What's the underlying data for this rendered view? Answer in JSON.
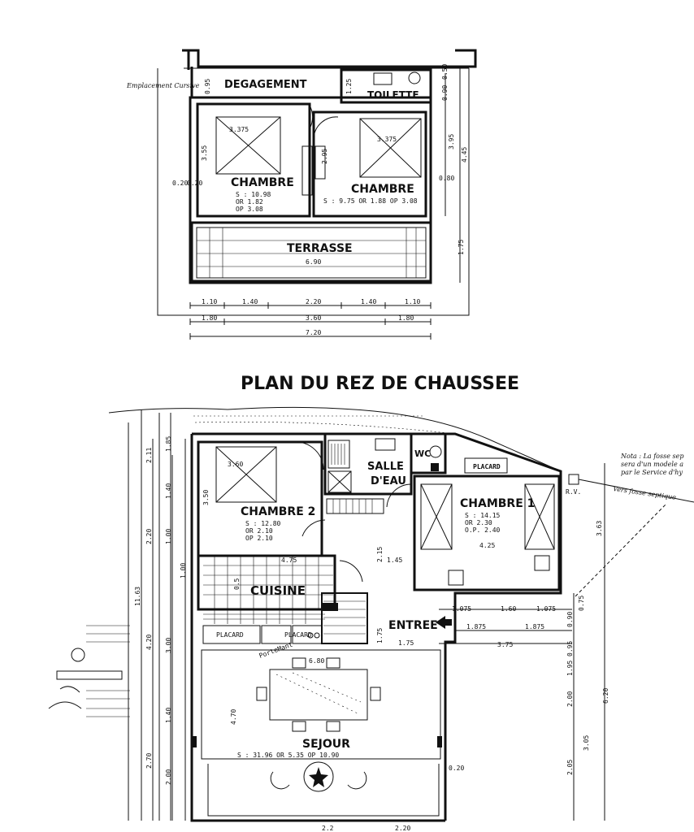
{
  "title": "PLAN DU REZ DE CHAUSSEE",
  "upper_floor": {
    "note": "Emplacement Cursive",
    "rooms": {
      "degagement": "DEGAGEMENT",
      "toilette": "TOILETTE",
      "chambre_left": "CHAMBRE",
      "chambre_left_stats": [
        "S : 10.98",
        "OR   1.82",
        "OP   3.08"
      ],
      "chambre_left_dim": "3.375",
      "chambre_right": "CHAMBRE",
      "chambre_right_stats": "S : 9.75  OR 1.88  OP 3.08",
      "chambre_right_dim": "3.375",
      "terrasse": "TERRASSE",
      "terrasse_dim": "6.90"
    },
    "dims_row1": [
      "1.10",
      "1.40",
      "2.20",
      "1.40",
      "1.10"
    ],
    "dims_row2": [
      "1.80",
      "3.60",
      "1.80"
    ],
    "dims_total": "7.20",
    "dims_side": [
      "0.95",
      "1.25",
      "0.20",
      "3.95",
      "4.45",
      "0.80",
      "1.75",
      "3.55",
      "0.20",
      "2.95",
      "0.50",
      "0.90"
    ]
  },
  "ground_floor": {
    "rooms": {
      "chambre2": "CHAMBRE 2",
      "chambre2_stats": [
        "S :  12.80",
        "OR    2.10",
        "OP    2.10"
      ],
      "chambre2_dim": "3.60",
      "salle_eau": "SALLE",
      "salle_eau2": "D'EAU",
      "wc": "WC",
      "placard_top": "PLACARD",
      "chambre1": "CHAMBRE 1",
      "chambre1_stats": [
        "S :  14.15",
        "OR    2.30",
        "O.P.  2.40"
      ],
      "chambre1_dim": "4.25",
      "cuisine": "CUISINE",
      "cuisine_dim": "4.75",
      "placard1": "PLACARD",
      "placard2": "PLACARD",
      "porte_mant": "PorteMant",
      "entree": "ENTREE",
      "sejour": "SEJOUR",
      "sejour_stats": "S : 31.96     OR  5.35     OP  10.90",
      "sejour_dim": "6.80",
      "rv": "R.V."
    },
    "note_lines": [
      "Nota : La fosse sep",
      "sera d'un modele a",
      "par le Service d'hy"
    ],
    "fosse": "Vers fosse septique",
    "dims_inner": [
      "1.45",
      "2.15",
      "1.75",
      "1.75",
      "3.75",
      "1.075",
      "1.60",
      "1.075",
      "1.875",
      "1.875"
    ],
    "dims_left": [
      "2.11",
      "1.85",
      "2.20",
      "1.40",
      "1.00",
      "4.20",
      "3.00",
      "1.40",
      "2.70",
      "2.00",
      "11.63"
    ],
    "dims_right": [
      "3.63",
      "0.75",
      "0.90",
      "0.95",
      "1.95",
      "2.00",
      "6.20",
      "3.05",
      "2.05",
      "0.20"
    ],
    "dims_mid": [
      "3.50",
      "0.5",
      "4.70",
      "1.00"
    ],
    "dims_bottom": [
      "2.2",
      "2.20"
    ]
  }
}
